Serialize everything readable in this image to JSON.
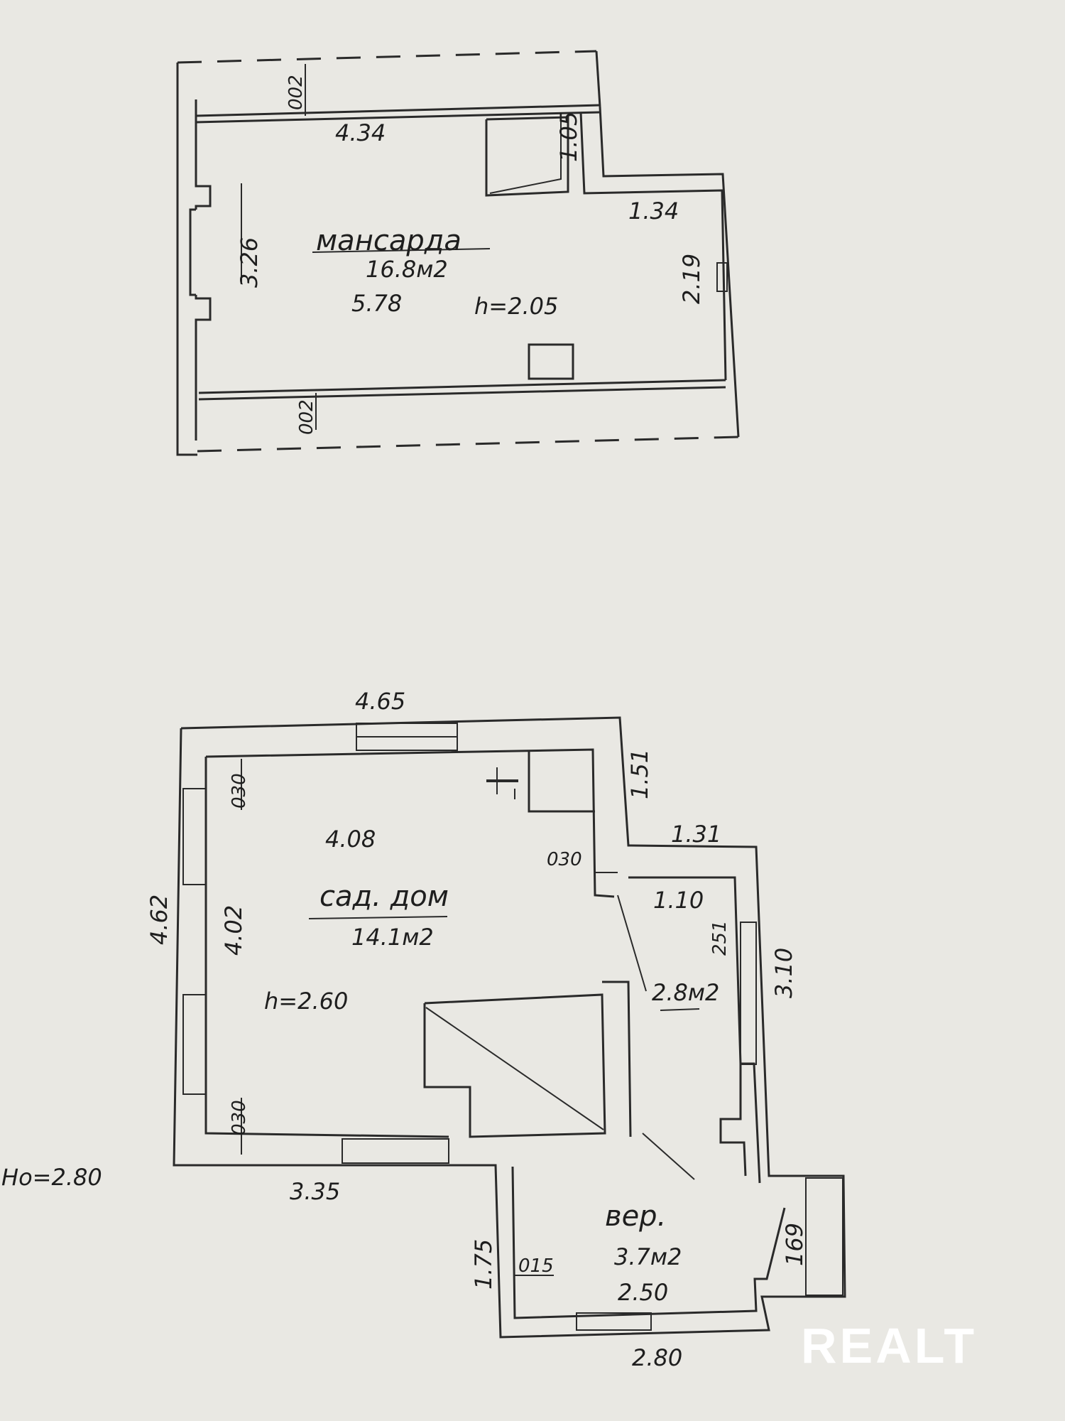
{
  "attic": {
    "name": "мансарда",
    "area": "16.8м2",
    "height": "h=2.05",
    "dim_length": "5.78",
    "dim_width": "3.26",
    "dim_top": "4.34",
    "dim_niche_w": "1.34",
    "dim_niche_h": "1.05",
    "dim_right": "2.19",
    "offset_top": "002",
    "offset_bottom": "002"
  },
  "house": {
    "name": "сад. дом",
    "area": "14.1м2",
    "height": "h=2.60",
    "dim_outer_top": "4.65",
    "dim_inner_top": "4.08",
    "dim_outer_left": "4.62",
    "dim_inner_left": "4.02",
    "dim_outer_bottom": "3.35",
    "dim_right_upper": "1.51",
    "offset_1": "030",
    "offset_2": "030",
    "offset_3": "030"
  },
  "hall": {
    "area": "2.8м2",
    "dim_outer_top": "1.31",
    "dim_inner_top": "1.10",
    "dim_inner_side": "251",
    "dim_outer_side": "3.10"
  },
  "veranda": {
    "name": "вер.",
    "area": "3.7м2",
    "dim_inner": "2.50",
    "dim_outer": "2.80",
    "dim_left": "1.75",
    "dim_right": "169",
    "offset": "015"
  },
  "ground_level": "Но=2.80",
  "watermark": "REALT"
}
